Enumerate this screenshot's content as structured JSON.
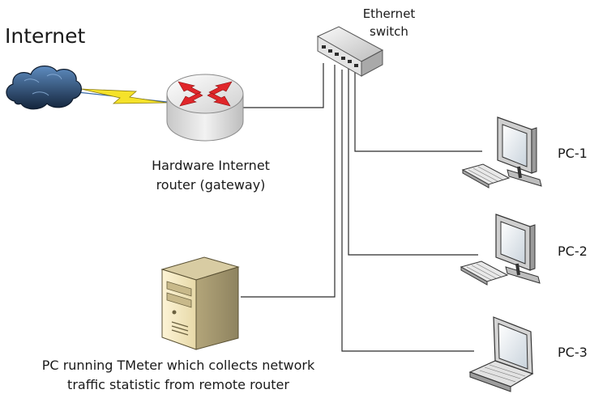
{
  "labels": {
    "internet": "Internet",
    "switch_line1": "Ethernet",
    "switch_line2": "switch",
    "router_line1": "Hardware Internet",
    "router_line2": "router (gateway)",
    "server_line1": "PC running TMeter which collects network",
    "server_line2": "traffic statistic from remote router",
    "pc1": "PC-1",
    "pc2": "PC-2",
    "pc3": "PC-3"
  },
  "colors": {
    "link": "#2b2b2b",
    "lightning": "#f5e22a",
    "router_arrows": "#e0262a",
    "cloud": "#1f3f66"
  },
  "icons": [
    "cloud-icon",
    "lightning-icon",
    "router-icon",
    "switch-icon",
    "server-icon",
    "monitor-icon",
    "keyboard-icon",
    "laptop-icon"
  ]
}
